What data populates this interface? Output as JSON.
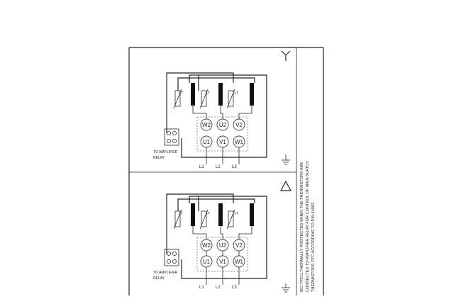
{
  "symbols": {
    "star_connection": "star-wye-icon",
    "delta_connection": "delta-triangle-icon",
    "earth": "earth-ground-icon"
  },
  "diagram_star": {
    "thermistor_label": "+T",
    "terminals_top": [
      "W2",
      "U2",
      "V2"
    ],
    "terminals_bottom": [
      "U1",
      "V1",
      "W1"
    ],
    "lines": [
      "L1",
      "L2",
      "L3"
    ],
    "relay_label_line1": "TO AMPLIFIER",
    "relay_label_line2": "RELAY"
  },
  "diagram_delta": {
    "thermistor_label": "+T",
    "terminals_top": [
      "W2",
      "U2",
      "V2"
    ],
    "terminals_bottom": [
      "U1",
      "V1",
      "W1"
    ],
    "lines": [
      "L1",
      "L2",
      "L3"
    ],
    "relay_label_line1": "TO AMPLIFIER",
    "relay_label_line2": "RELAY"
  },
  "note": {
    "line1": "IEC TP211 THERMALLY PROTECTED WHEN THE THERMISTORS ARE",
    "line2": "CONNECTED TO AMPLIFIER RELAY FOR CONTROL OF MAIN SUPPLY",
    "line3": "THERMISTORS PTC ACCORDING TO DIN 44082"
  }
}
